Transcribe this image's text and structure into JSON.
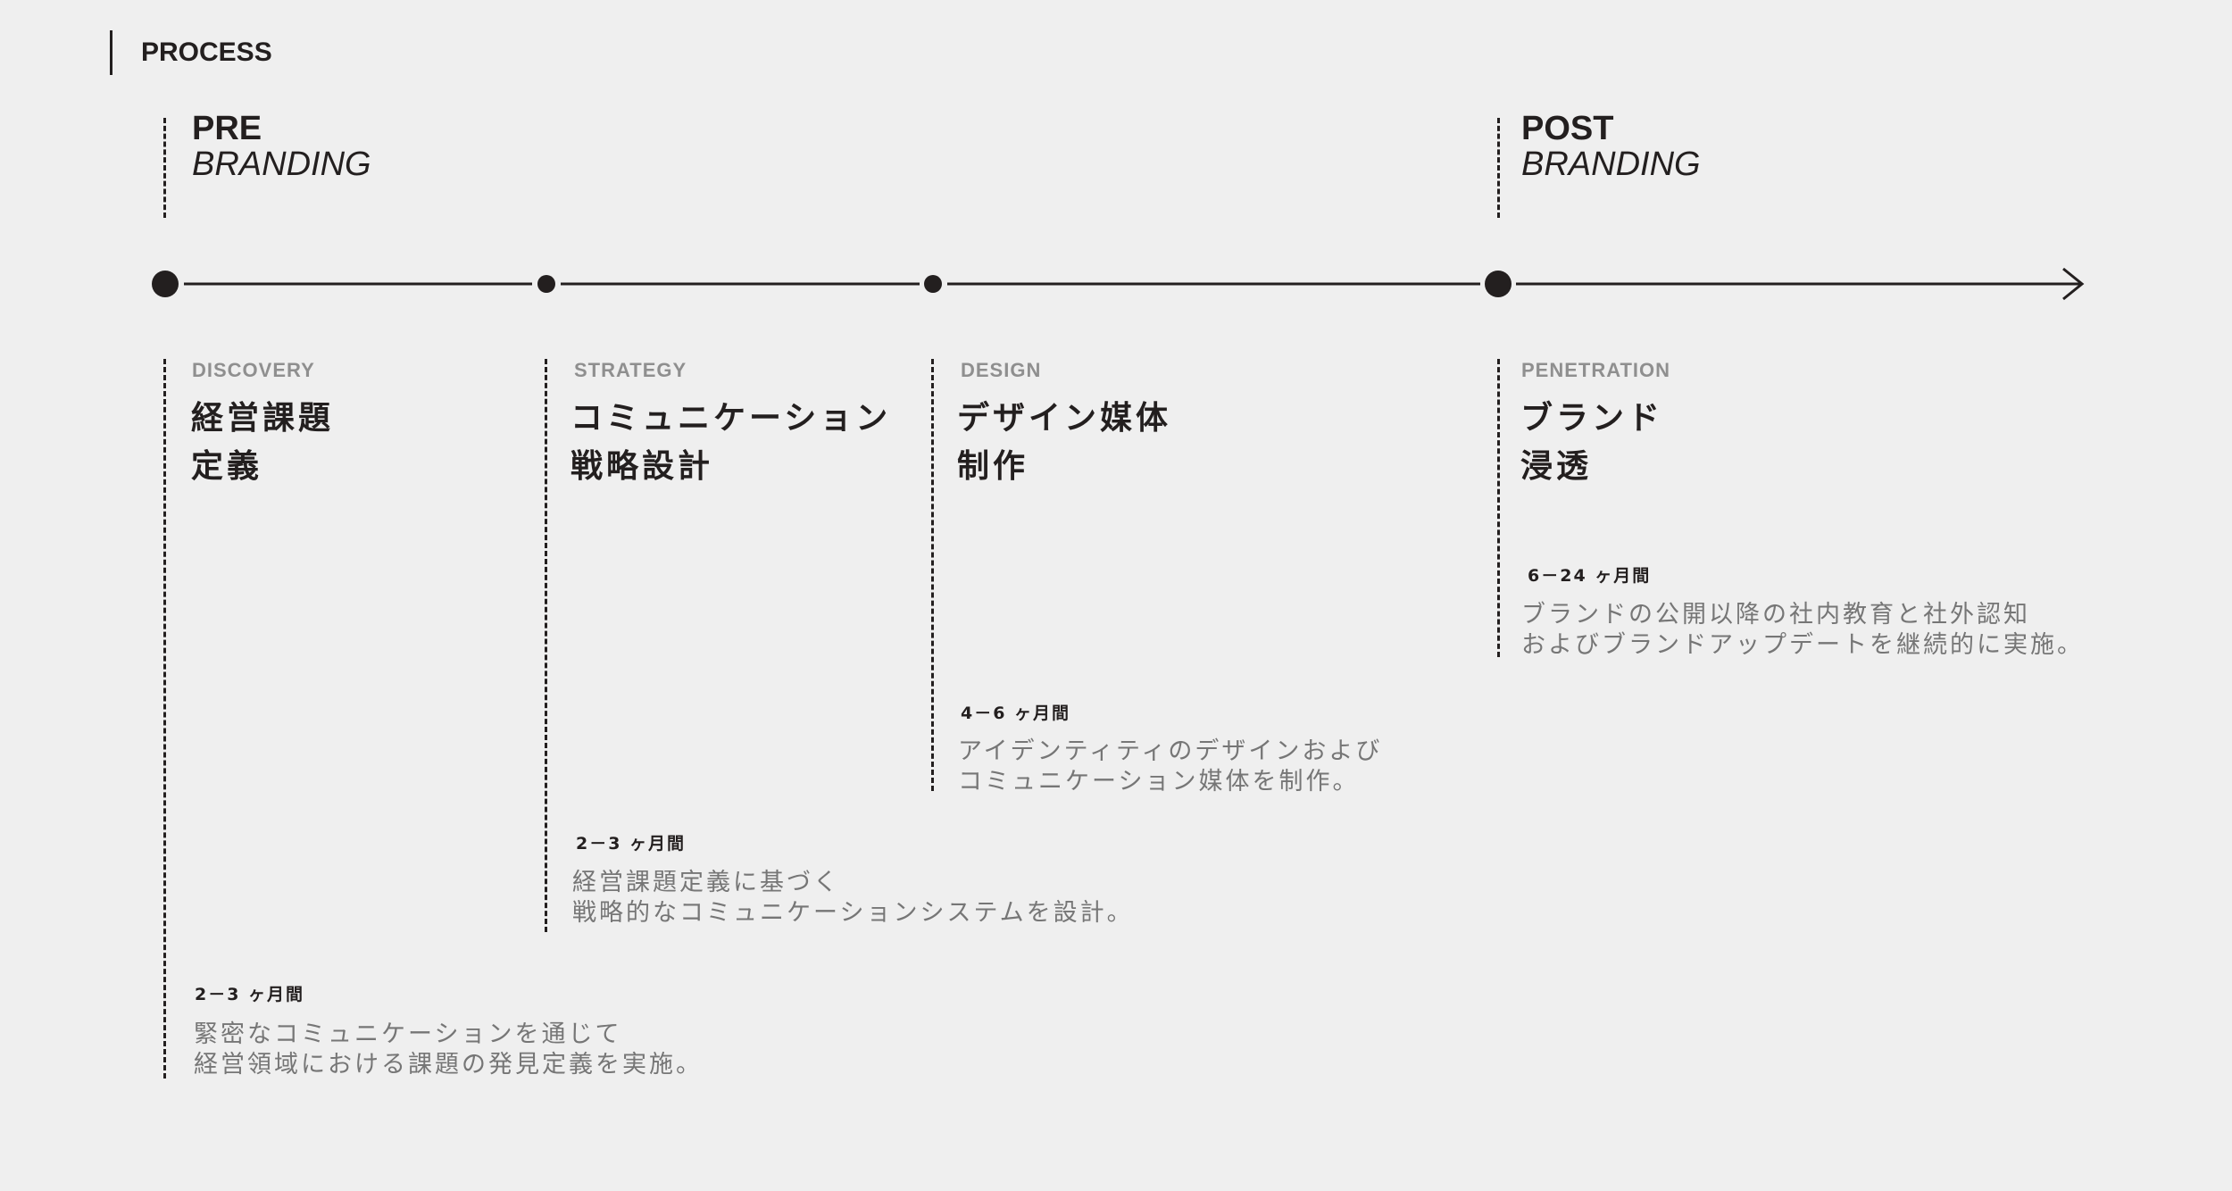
{
  "section": {
    "title": "PROCESS"
  },
  "phases": {
    "pre": {
      "title": "PRE",
      "subtitle": "BRANDING"
    },
    "post": {
      "title": "POST",
      "subtitle": "BRANDING"
    }
  },
  "stages": [
    {
      "en": "DISCOVERY",
      "ja_line1": "経営課題",
      "ja_line2": "定義",
      "duration": "2－3 ヶ月間",
      "desc_line1": "緊密なコミュニケーションを通じて",
      "desc_line2": "経営領域における課題の発見定義を実施。"
    },
    {
      "en": "STRATEGY",
      "ja_line1": "コミュニケーション",
      "ja_line2": "戦略設計",
      "duration": "2－3 ヶ月間",
      "desc_line1": "経営課題定義に基づく",
      "desc_line2": "戦略的なコミュニケーションシステムを設計。"
    },
    {
      "en": "DESIGN",
      "ja_line1": "デザイン媒体",
      "ja_line2": "制作",
      "duration": "4－6 ヶ月間",
      "desc_line1": "アイデンティティのデザインおよび",
      "desc_line2": "コミュニケーション媒体を制作。"
    },
    {
      "en": "PENETRATION",
      "ja_line1": "ブランド",
      "ja_line2": "浸透",
      "duration": "6－24 ヶ月間",
      "desc_line1": "ブランドの公開以降の社内教育と社外認知",
      "desc_line2": "およびブランドアップデートを継続的に実施。"
    }
  ],
  "colors": {
    "text": "#231f1f",
    "muted": "#8f8f8f",
    "desc": "#767676",
    "background": "#efefef"
  }
}
